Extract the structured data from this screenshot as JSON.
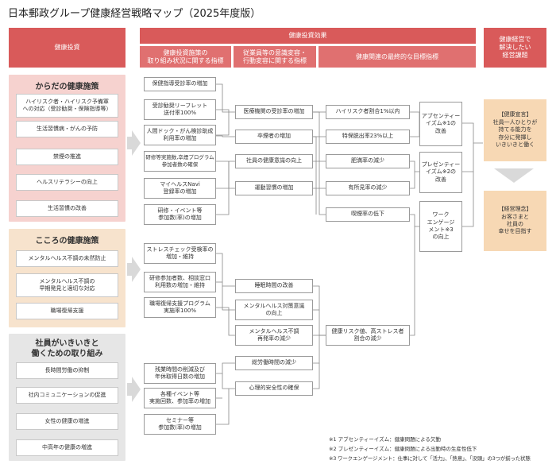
{
  "title": "日本郵政グループ健康経営戦略マップ（2025年度版）",
  "headers": {
    "investment": "健康投資",
    "effect": "健康投資効果",
    "col1": "健康投資施策の\n取り組み状況に関する指標",
    "col2": "従業員等の意識変容・\n行動変容に関する指標",
    "col3": "健康関連の最終的な目標指標",
    "issues": "健康経営で\n解決したい\n経営課題"
  },
  "groups": [
    {
      "title": "からだの健康施策",
      "color": "#f6d2cf",
      "items": [
        "ハイリスク者・ハイリスク予備軍\nへの対応（受診勧奨・保険指導等）",
        "生活習慣病・がんの予防",
        "禁煙の推進",
        "ヘルスリテラシーの向上",
        "生活習慣の改善"
      ]
    },
    {
      "title": "こころの健康施策",
      "color": "#f7e3cd",
      "items": [
        "メンタルヘルス不調の未然防止",
        "メンタルヘルス不調の\n早期発見と適切な対応",
        "職場復帰支援"
      ]
    },
    {
      "title": "社員がいきいきと\n働くための取り組み",
      "color": "#e6e6e6",
      "items": [
        "長時間労働の抑制",
        "社内コミュニケーションの促進",
        "女性の健康の増進",
        "中高年の健康の増進"
      ]
    }
  ],
  "col1": [
    "保健指導受診率の増加",
    "受診勧奨リーフレット\n送付率100%",
    "人間ドック・がん検診助成\n利用率の増加",
    "研修等実施数,卒煙プログラム\n参加者数の確保",
    "マイヘルスNavi\n登録率の増加",
    "研修・イベント等\n参加数(率)の増加",
    "ストレスチェック受検率の\n増加・維持",
    "研修参加者数、相談窓口\n利用数の増加・維持",
    "職場復帰支援プログラム\n実施率100%",
    "残業時間の削減及び\n年休取得日数の増加",
    "各種イベント等\n実施回数、参加率の増加",
    "セミナー等\n参加数(率)の増加"
  ],
  "col2": [
    "医療機関の受診率の増加",
    "卒煙者の増加",
    "社員の健康意識の向上",
    "運動習慣の増加",
    "睡眠時間の改善",
    "メンタルヘルス対策意識\nの向上",
    "メンタルヘルス不調\n再発率の減少",
    "総労働時間の減少",
    "心理的安全性の確保"
  ],
  "col3": [
    "ハイリスク者割合1%以内",
    "特保脱出率23%以上",
    "肥満率の減少",
    "有所見率の減少",
    "喫煙率の低下",
    "健康リスク値、高ストレス者\n割合の減少"
  ],
  "col4": [
    "アブセンティー\nイズム※1の\n改善",
    "プレゼンティー\nイズム※2の\n改善",
    "ワーク\nエンゲージ\nメント※3\nの向上"
  ],
  "goals": [
    {
      "title": "【健康宣言】",
      "body": "社員一人ひとりが\n持てる能力を\n存分に発揮し\nいきいきと働く"
    },
    {
      "title": "【経営理念】",
      "body": "お客さまと\n社員の\n幸せを目指す"
    }
  ],
  "footnotes": [
    "※1 アブセンティーイズム：健康問題による欠勤",
    "※2 プレゼンティーイズム：健康問題による出勤時の生産性低下",
    "※3 ワークエンゲージメント：仕事に対して「活力」、「熱意」、「没頭」の3つが揃った状態"
  ],
  "colors": {
    "header": "#d95a5a",
    "goal": "#f7d8b4",
    "arrow": "#d9d9d9"
  }
}
